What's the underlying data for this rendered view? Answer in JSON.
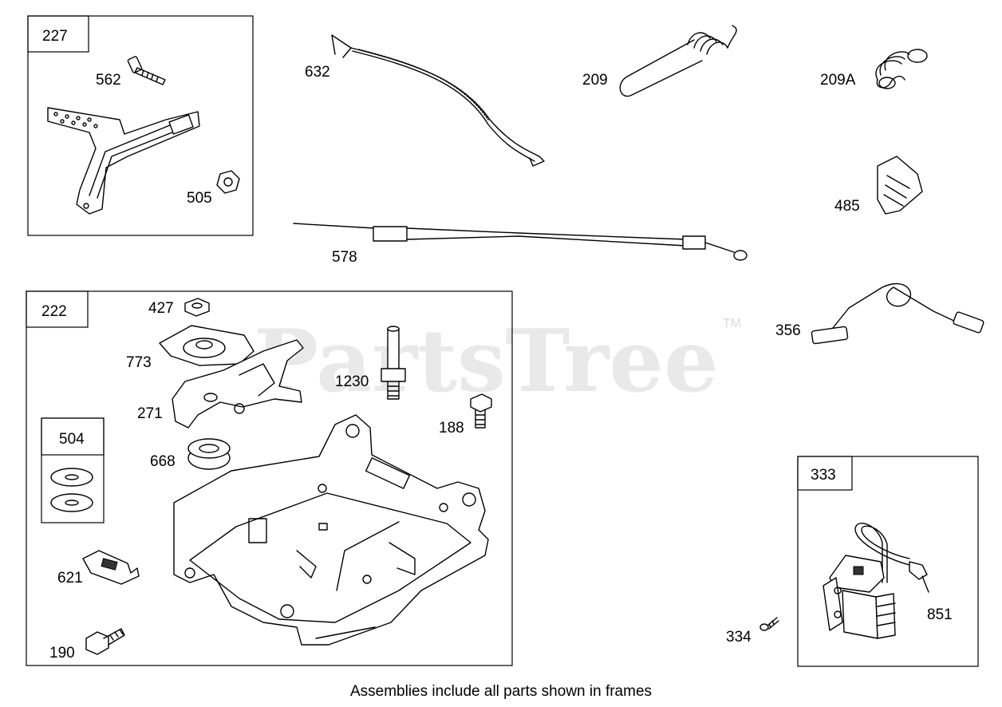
{
  "watermark": {
    "text": "PartsTree",
    "tm": "TM"
  },
  "caption": "Assemblies include all parts shown in frames",
  "frames": {
    "f227": "227",
    "f222": "222",
    "f504": "504",
    "f333": "333"
  },
  "labels": {
    "p562": "562",
    "p505": "505",
    "p632": "632",
    "p209": "209",
    "p209a": "209A",
    "p485": "485",
    "p578": "578",
    "p356": "356",
    "p427": "427",
    "p773": "773",
    "p1230": "1230",
    "p271": "271",
    "p188": "188",
    "p668": "668",
    "p621": "621",
    "p190": "190",
    "p334": "334",
    "p851": "851"
  }
}
